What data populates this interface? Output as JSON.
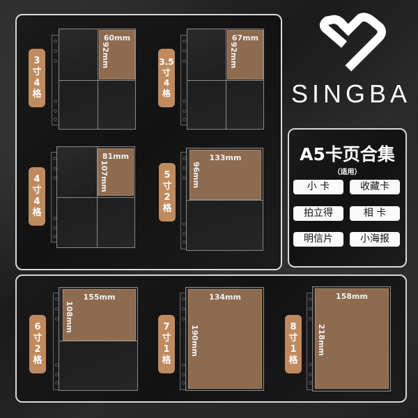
{
  "brand": {
    "logo_icon": "heart-s-logo-icon",
    "name": "SINGBA"
  },
  "info": {
    "title": "A5卡页合集",
    "subtitle": "（适用）",
    "uses": [
      "小 卡",
      "收藏卡",
      "拍立得",
      "相 卡",
      "明信片",
      "小海报"
    ]
  },
  "colors": {
    "card_fill": "#8e6a4f",
    "tag_fill": "#c08a5f",
    "panel_border": "#d9d9d9",
    "background": "#1e1e1e"
  },
  "sleeves": [
    {
      "tag": [
        "3",
        "寸",
        "4",
        "格"
      ],
      "width": "60mm",
      "height": "92mm",
      "grid": "2x2"
    },
    {
      "tag": [
        "3.5",
        "寸",
        "4",
        "格"
      ],
      "width": "67mm",
      "height": "92mm",
      "grid": "2x2"
    },
    {
      "tag": [
        "4",
        "寸",
        "4",
        "格"
      ],
      "width": "81mm",
      "height": "107mm",
      "grid": "2x2"
    },
    {
      "tag": [
        "5",
        "寸",
        "2",
        "格"
      ],
      "width": "133mm",
      "height": "96mm",
      "grid": "1x2"
    },
    {
      "tag": [
        "6",
        "寸",
        "2",
        "格"
      ],
      "width": "155mm",
      "height": "108mm",
      "grid": "1x2"
    },
    {
      "tag": [
        "7",
        "寸",
        "1",
        "格"
      ],
      "width": "134mm",
      "height": "190mm",
      "grid": "1x1"
    },
    {
      "tag": [
        "8",
        "寸",
        "1",
        "格"
      ],
      "width": "158mm",
      "height": "218mm",
      "grid": "1x1"
    }
  ]
}
